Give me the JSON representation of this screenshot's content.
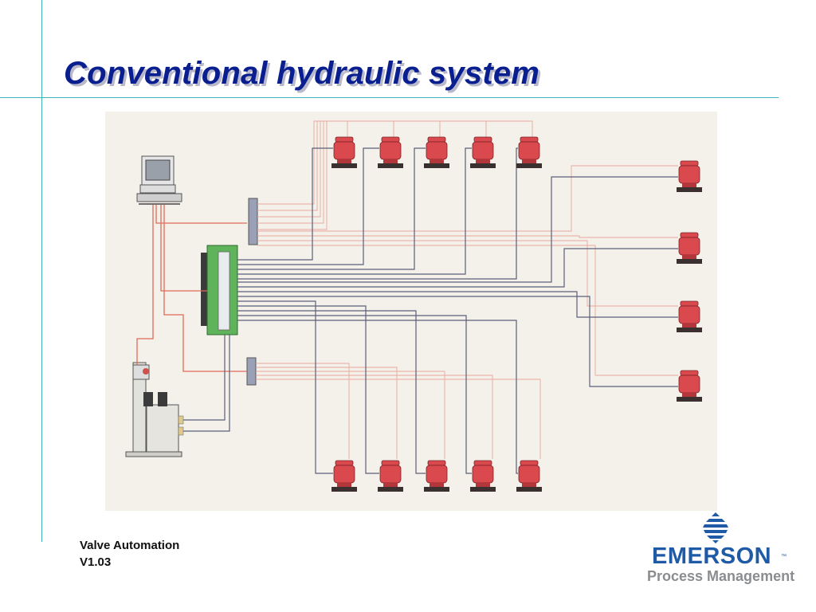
{
  "slide": {
    "title": "Conventional hydraulic system"
  },
  "footer": {
    "line1": "Valve Automation",
    "line2": "V1.03"
  },
  "logo": {
    "name": "EMERSON",
    "trademark": "™",
    "subtitle": "Process Management"
  },
  "diagram": {
    "components": [
      "computer-icon",
      "hydraulic-power-unit-icon",
      "terminal-block-icon",
      "junction-box-icon",
      "valve-actuator-icon"
    ],
    "actuator_count": 14,
    "colors": {
      "electrical_wire": "#e06a5a",
      "signal_wire": "#e8a89c",
      "hydraulic_line": "#5b5f7a",
      "actuator": "#d9494e",
      "board": "#5fb35a",
      "background": "#f4f1ea"
    }
  },
  "theme": {
    "title_color": "#0a1f8f",
    "rule_color": "#3fb3b8",
    "brand_blue": "#1f5aa6",
    "brand_grey": "#8a8d90"
  }
}
